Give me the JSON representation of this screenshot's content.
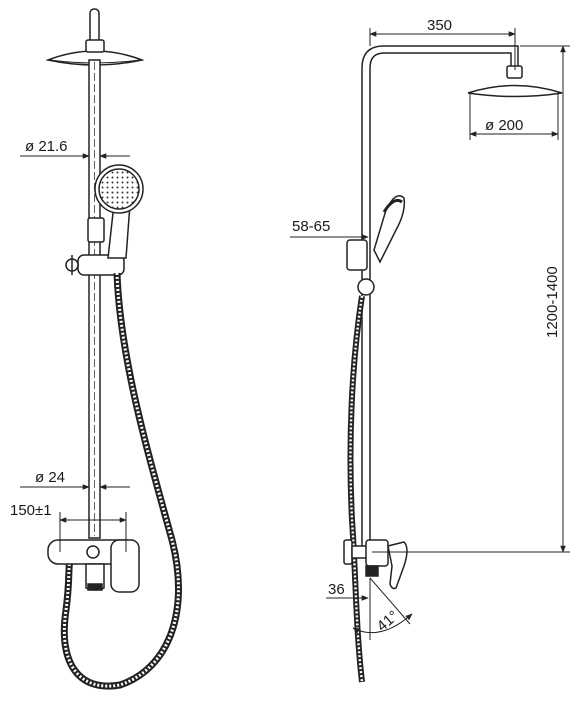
{
  "front_view": {
    "dim_pipe_diameter": "ø 21.6",
    "dim_column_diameter": "ø 24",
    "dim_mixer_width": "150±1"
  },
  "side_view": {
    "dim_reach": "350",
    "dim_head_diameter": "ø 200",
    "dim_holder": "58-65",
    "dim_height": "1200-1400",
    "dim_outlet": "36",
    "dim_angle": "41°"
  }
}
